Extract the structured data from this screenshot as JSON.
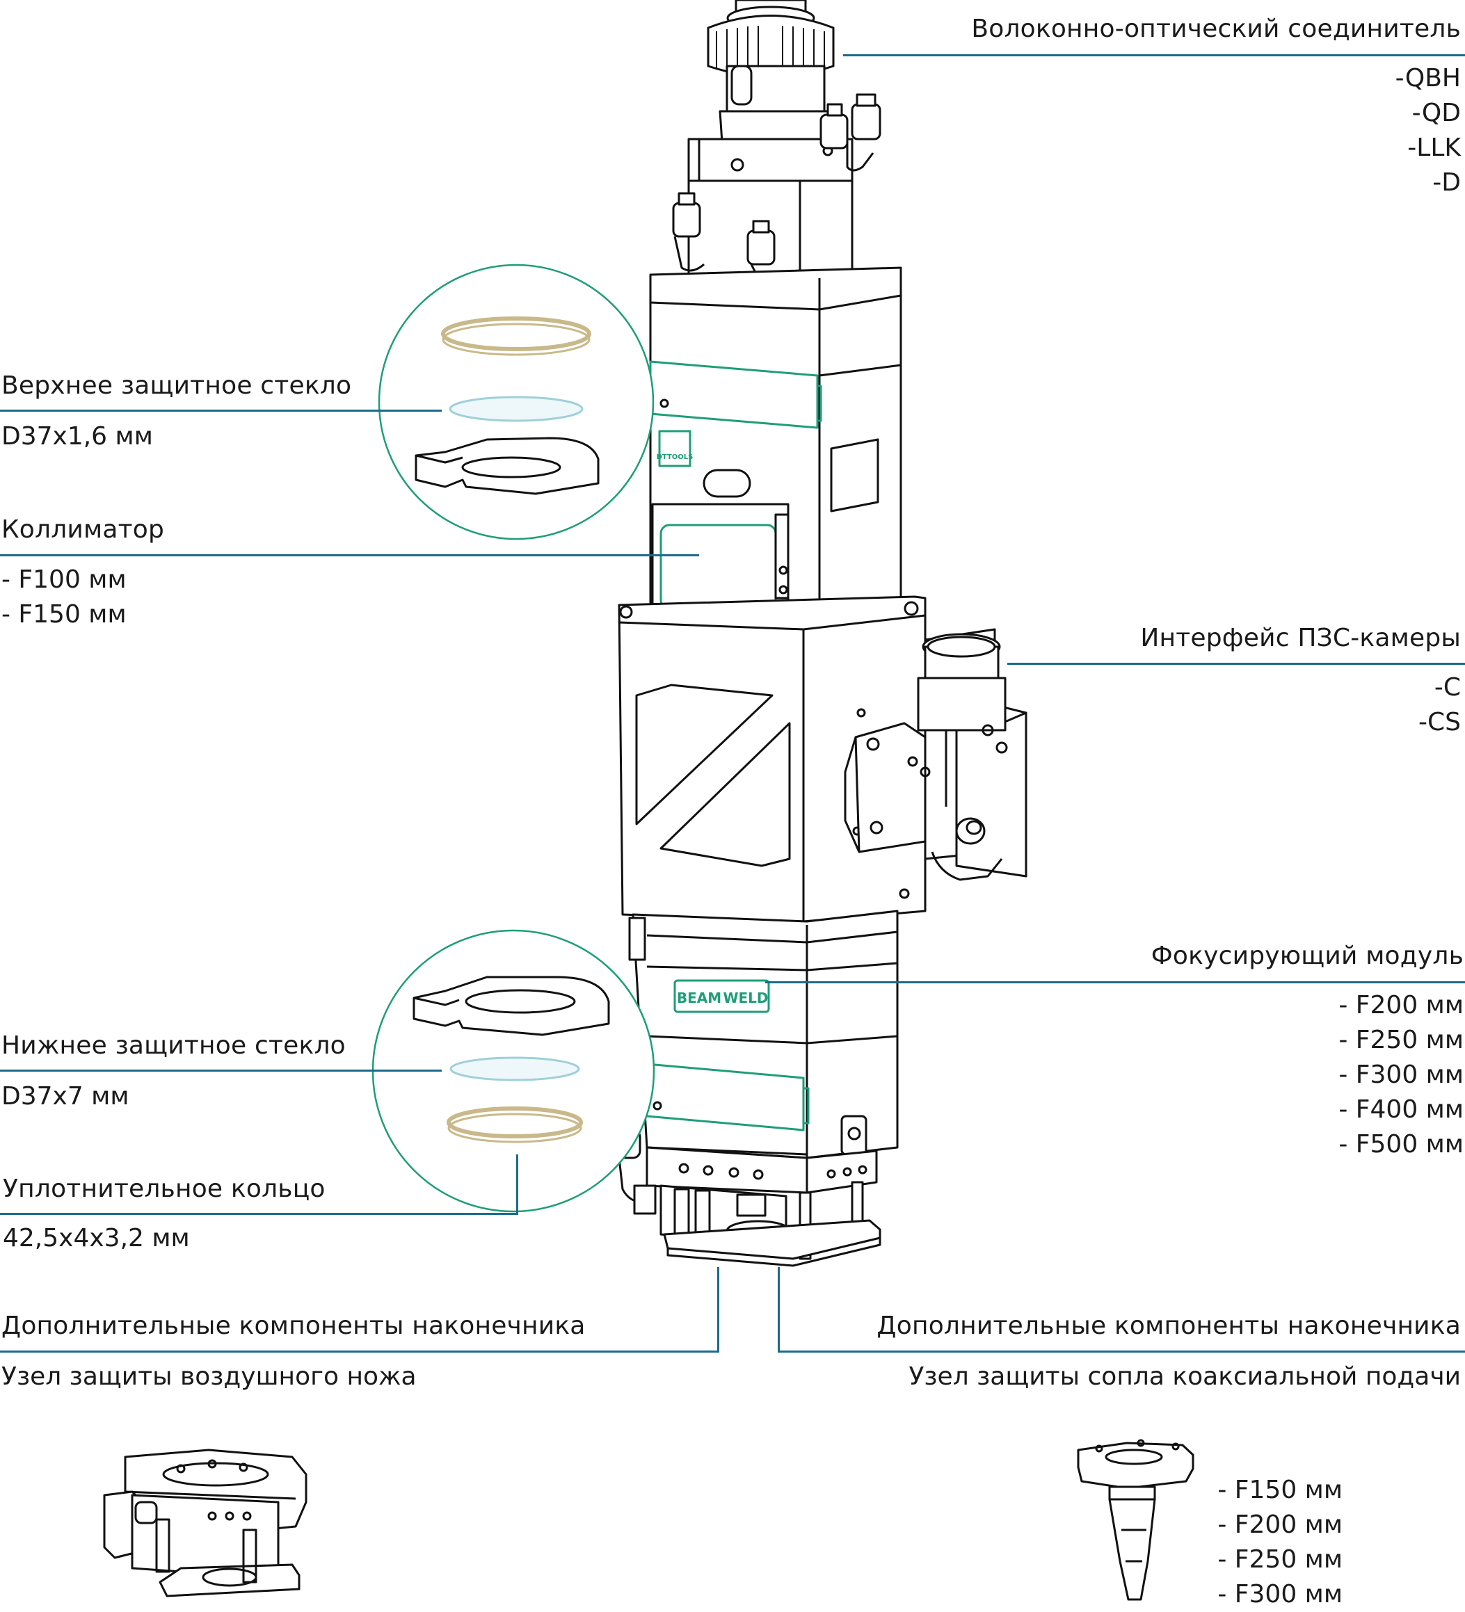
{
  "colors": {
    "leader": "#1a6b8c",
    "accent_green": "#1e9e78",
    "line": "#111111",
    "ring_gold": "#c9b98a",
    "glass": "#cfe7ec"
  },
  "logos": {
    "top_badge": "DTTOOLS",
    "focus_badge_left": "BEAM",
    "focus_badge_right": "WELD"
  },
  "callouts": {
    "fiber_connector": {
      "title": "Волоконно-оптический соединитель",
      "items": [
        "-QBH",
        "-QD",
        "-LLK",
        "-D"
      ]
    },
    "camera_interface": {
      "title": "Интерфейс ПЗС-камеры",
      "items": [
        "-C",
        "-CS"
      ]
    },
    "focus_module": {
      "title": "Фокусирующий модуль",
      "items": [
        "- F200 мм",
        "- F250 мм",
        "- F300 мм",
        "- F400 мм",
        "- F500 мм"
      ]
    },
    "upper_glass": {
      "title": "Верхнее защитное стекло",
      "items": [
        "D37x1,6 мм"
      ]
    },
    "collimator": {
      "title": "Коллиматор",
      "items": [
        "- F100 мм",
        "- F150 мм"
      ]
    },
    "lower_glass": {
      "title": "Нижнее защитное стекло",
      "items": [
        "D37x7 мм"
      ]
    },
    "seal_ring": {
      "title": "Уплотнительное кольцо",
      "items": [
        "42,5x4x3,2 мм"
      ]
    },
    "nozzle_left": {
      "title": "Дополнительные компоненты наконечника",
      "items": [
        "Узел защиты воздушного ножа"
      ]
    },
    "nozzle_right": {
      "title": "Дополнительные компоненты наконечника",
      "items": [
        "Узел защиты сопла коаксиальной подачи"
      ]
    },
    "coaxial_options": {
      "items": [
        "- F150 мм",
        "- F200 мм",
        "- F250 мм",
        "- F300 мм"
      ]
    }
  }
}
